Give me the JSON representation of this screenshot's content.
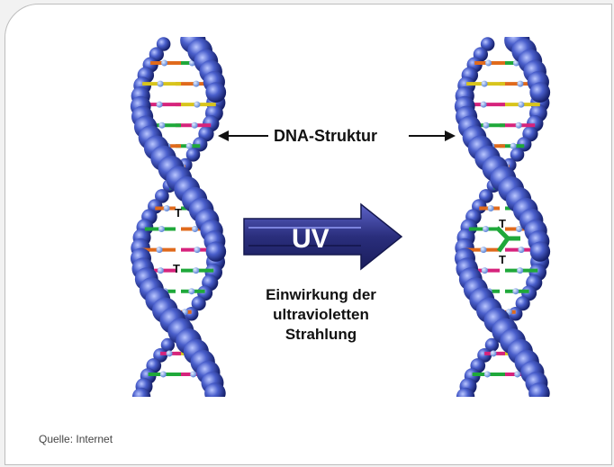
{
  "figure": {
    "dna_label": "DNA-Struktur",
    "uv_label": "UV",
    "caption_lines": [
      "Einwirkung der",
      "ultravioletten",
      "Strahlung"
    ],
    "base_label": "T"
  },
  "source": "Quelle: Internet",
  "colors": {
    "bead": "#3a4fb8",
    "bead_dark": "#1d2a7a",
    "arrow": "#2a2e7c",
    "rung_green": "#1fa83a",
    "rung_orange": "#e06a1c",
    "rung_yellow": "#d8c41c",
    "rung_pink": "#d6237c"
  }
}
